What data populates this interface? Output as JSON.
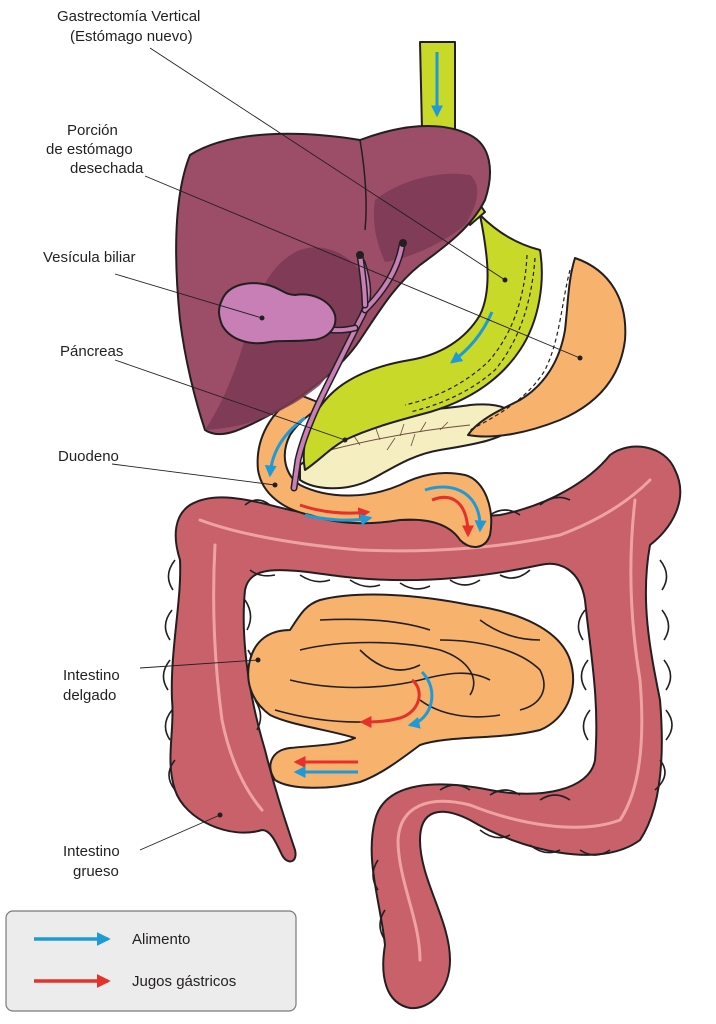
{
  "labels": {
    "gastrectomia_line1": "Gastrectomía Vertical",
    "gastrectomia_line2": "(Estómago nuevo)",
    "porcion_line1": "Porción",
    "porcion_line2": "de estómago",
    "porcion_line3": "desechada",
    "vesicula": "Vesícula biliar",
    "pancreas": "Páncreas",
    "duodeno": "Duodeno",
    "delgado_line1": "Intestino",
    "delgado_line2": "delgado",
    "grueso_line1": "Intestino",
    "grueso_line2": "grueso"
  },
  "legend": {
    "items": [
      {
        "label": "Alimento",
        "color": "#1e9bd7"
      },
      {
        "label": "Jugos gástricos",
        "color": "#e4312b"
      }
    ]
  },
  "colors": {
    "liver": "#9c4d68",
    "liver_shade": "#7b3a53",
    "gallbladder": "#c77fb6",
    "new_stomach": "#c8d92a",
    "removed_stomach": "#f7b26e",
    "pancreas": "#f4eec0",
    "small_intestine": "#f7b26e",
    "large_intestine": "#c8616a",
    "esophagus": "#c8d92a",
    "food_arrow": "#1e9bd7",
    "juice_arrow": "#e4312b"
  }
}
